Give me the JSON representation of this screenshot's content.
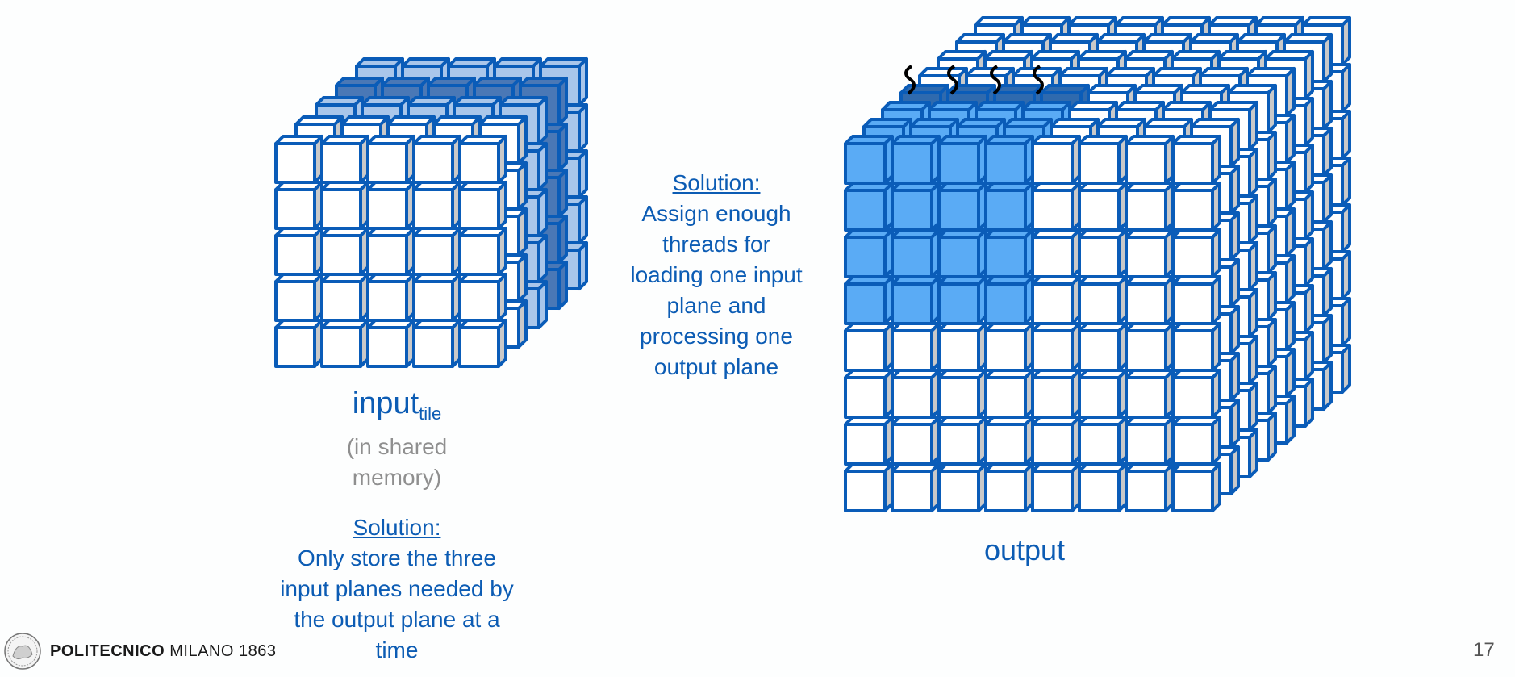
{
  "right_solution": {
    "heading": "Solution:",
    "lines": [
      "Assign enough",
      "threads for",
      "loading one input",
      "plane and",
      "processing one",
      "output plane"
    ]
  },
  "input_label": {
    "main": "input",
    "subscript": "tile",
    "note_lines": [
      "(in shared",
      "memory)"
    ]
  },
  "left_solution": {
    "heading": "Solution:",
    "lines": [
      "Only store the three",
      "input planes needed by",
      "the output plane at a",
      "time"
    ]
  },
  "output_label": "output",
  "footer": {
    "brand_bold": "POLITECNICO",
    "brand_rest": "MILANO 1863",
    "page_number": "17"
  },
  "colors": {
    "text": "#0c5cb4",
    "stroke": "#0a5cb8",
    "side": "#c9c9c9",
    "light_blue": "#5aabf5",
    "input_light": "#a9c6ea",
    "input_dark": "#4a78b6",
    "output_dark": "#2f6aae"
  },
  "cubes": {
    "input": {
      "cols": 5,
      "rows": 5,
      "depth": 5,
      "light_layers": [
        2,
        4
      ],
      "dark_layers": [
        3
      ]
    },
    "output": {
      "cols": 8,
      "rows": 8,
      "depth": 8,
      "highlight_cols": 4,
      "highlight_rows": 4,
      "light_layers": [
        0,
        1,
        2
      ],
      "dark_layer": 3,
      "threads": 4
    }
  }
}
